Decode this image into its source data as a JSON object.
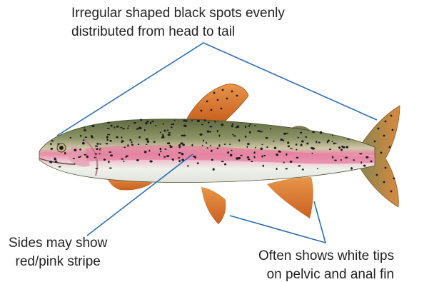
{
  "annotations": {
    "spots": {
      "line1": "Irregular shaped black spots evenly",
      "line2": "distributed from head to tail"
    },
    "stripe": {
      "line1": "Sides may show",
      "line2": "red/pink stripe"
    },
    "fins": {
      "line1": "Often shows white tips",
      "line2": "on pelvic and anal fin"
    }
  },
  "colors": {
    "leader_line": "#2a6db8",
    "stripe": "#e98aa6",
    "back": "#6f7a4c",
    "belly": "#eef0ea",
    "fin": "#d9782e",
    "spots": "#1c1c1c"
  }
}
